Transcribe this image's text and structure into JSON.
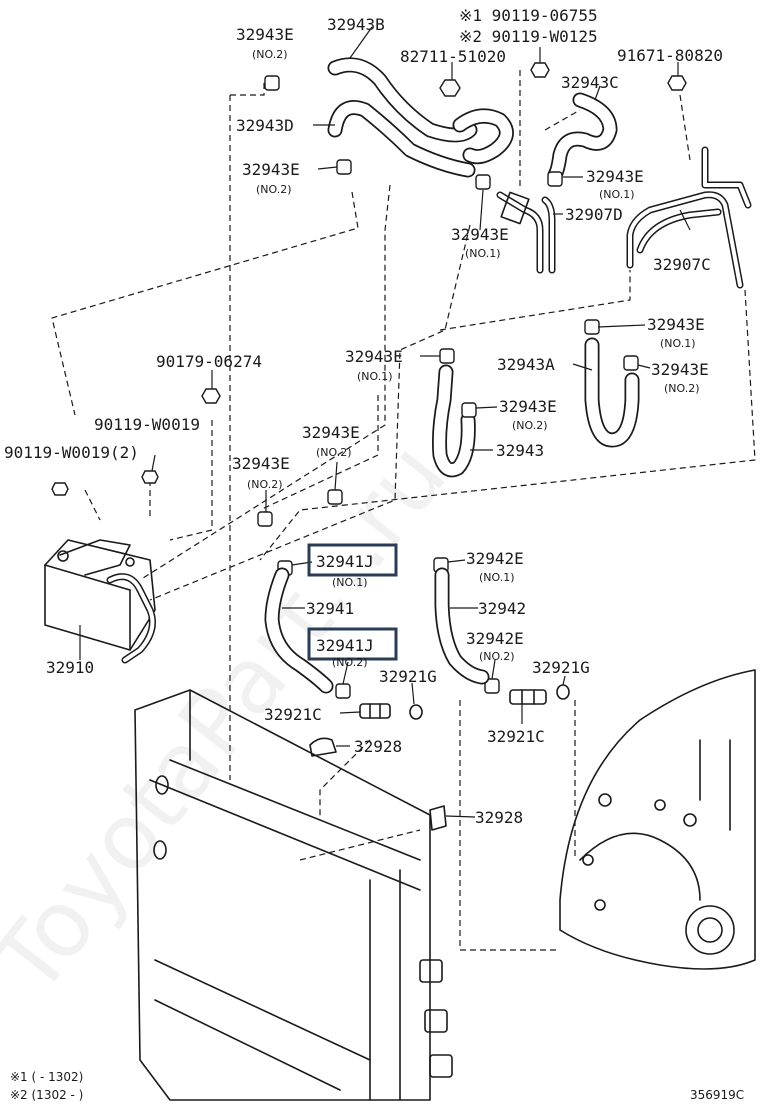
{
  "labels": {
    "p_32943E_tl": "32943E",
    "p_32943E_tl_sub": "(NO.2)",
    "p_32943B": "32943B",
    "p_note1": "※1 90119-06755",
    "p_note2": "※2 90119-W0125",
    "p_82711": "82711-51020",
    "p_91671": "91671-80820",
    "p_32943C": "32943C",
    "p_32943D": "32943D",
    "p_32943E_ml": "32943E",
    "p_32943E_ml_sub": "(NO.2)",
    "p_32943E_r1": "32943E",
    "p_32943E_r1_sub": "(NO.1)",
    "p_32907D": "32907D",
    "p_32943E_c1": "32943E",
    "p_32943E_c1_sub": "(NO.1)",
    "p_32907C": "32907C",
    "p_32943E_r2": "32943E",
    "p_32943E_r2_sub": "(NO.1)",
    "p_32943E_m": "32943E",
    "p_32943E_m_sub": "(NO.1)",
    "p_32943A": "32943A",
    "p_32943E_r3": "32943E",
    "p_32943E_r3_sub": "(NO.2)",
    "p_90179": "90179-06274",
    "p_32943E_c2": "32943E",
    "p_32943E_c2_sub": "(NO.2)",
    "p_90119_a": "90119-W0019",
    "p_32943": "32943",
    "p_32943E_c3": "32943E",
    "p_32943E_c3_sub": "(NO.2)",
    "p_90119_b": "90119-W0019(2)",
    "p_32943E_c4": "32943E",
    "p_32943E_c4_sub": "(NO.2)",
    "p_32941J_1": "32941J",
    "p_32941J_1_sub": "(NO.1)",
    "p_32942E_1": "32942E",
    "p_32942E_1_sub": "(NO.1)",
    "p_32941": "32941",
    "p_32942": "32942",
    "p_32910": "32910",
    "p_32941J_2": "32941J",
    "p_32941J_2_sub": "(NO.2)",
    "p_32942E_2": "32942E",
    "p_32942E_2_sub": "(NO.2)",
    "p_32921G_1": "32921G",
    "p_32921G_2": "32921G",
    "p_32921C_1": "32921C",
    "p_32921C_2": "32921C",
    "p_32928_1": "32928",
    "p_32928_2": "32928"
  },
  "footnotes": {
    "note1": "※1 (       - 1302)",
    "note2": "※2 (1302 -        )"
  },
  "diagram_code": "356919C",
  "watermark": "ToyotaPart...ru",
  "highlight_color": "#2a3d55"
}
